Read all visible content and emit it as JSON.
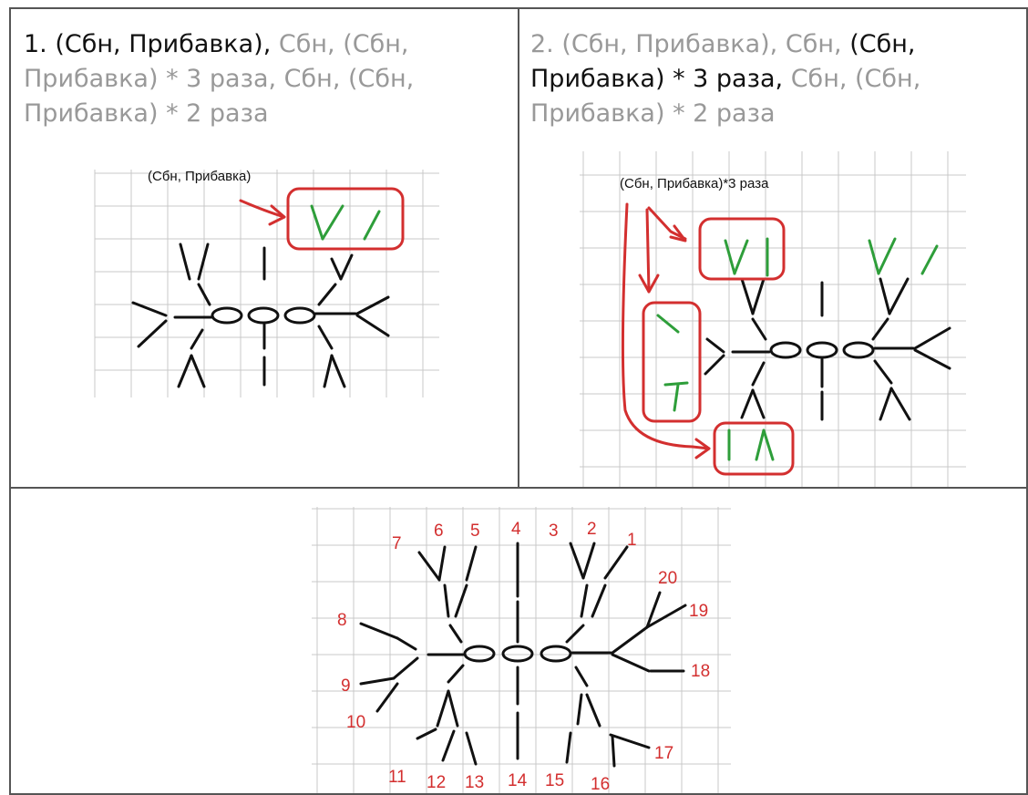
{
  "panel1": {
    "caption": {
      "num": "1.",
      "bold": "(Сбн, Прибавка),",
      "rest": "Сбн,  (Сбн, Прибавка) * 3 раза, Сбн, (Сбн, Прибавка) * 2 раза"
    },
    "label": "(Сбн, Прибавка)"
  },
  "panel2": {
    "caption": {
      "pre": "2. (Сбн, Прибавка), Сбн,",
      "bold": "(Сбн, Прибавка) * 3 раза,",
      "rest": "Сбн, (Сбн, Прибавка) * 2 раза"
    },
    "label": "(Сбн, Прибавка)*3 раза"
  },
  "panel3": {
    "numbers": [
      "1",
      "2",
      "3",
      "4",
      "5",
      "6",
      "7",
      "8",
      "9",
      "10",
      "11",
      "12",
      "13",
      "14",
      "15",
      "16",
      "17",
      "18",
      "19",
      "20"
    ]
  },
  "colors": {
    "highlight": "#d32f2f",
    "new_stitch": "#2e9e3a",
    "stitch": "#111111",
    "grid": "#c8c8c8"
  }
}
